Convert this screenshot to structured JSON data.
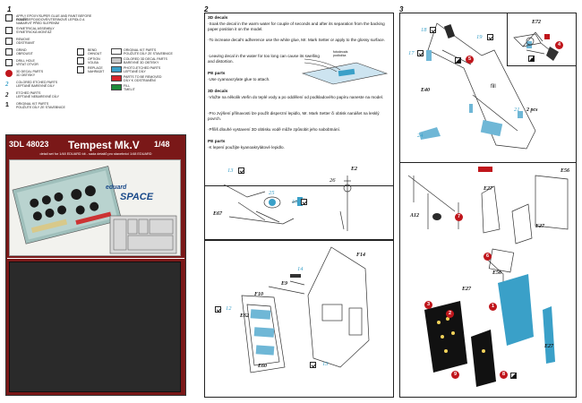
{
  "steps": [
    "1",
    "2",
    "3"
  ],
  "legend": {
    "left": [
      "APPLY EPOXY/SUPER GLUE AND PAINT BEFORE GLUING",
      "POUŽÍT EPOXIDOVÉ/VTERINOVÉ LEPIDLO A NABARVIT PŘED SLEPENÍM",
      "SYMETRICAL ASSEMBLY",
      "SYMETRICKÁ MONTÁŽ",
      "REMOVE",
      "ODSTRANIT",
      "GRIND",
      "OBROUSIT",
      "DRILL HOLE",
      "VRTAT OTVOR",
      "3D DECAL PARTS",
      "3D OBTISKY",
      "COLORED ETCHED PARTS",
      "LEPTANÉ BAREVNÉ DÍLY",
      "ETCHED PARTS",
      "LEPTANÉ NEBAREVNÉ DÍLY",
      "ORIGINAL KIT PARTS",
      "POUŽIJTE DÍLY ZE STAVEBNICE"
    ],
    "right": [
      "BEND",
      "OHNOUT",
      "OPTION",
      "VOLBA",
      "REPLACE",
      "NAHRADIT",
      "ORIGINAL KIT PARTS",
      "POUŽIJTE DÍLY ZE STAVEBNICE",
      "COLORED 3D DECAL PARTS",
      "BAREVNÉ 3D OBTISKY",
      "PHOTO-ETCHED PARTS",
      "LEPTANÉ DÍLY",
      "PARTS TO BE REMOVED",
      "DÍLY K ODSTRANĚNÍ",
      "FILL",
      "TMELIT"
    ],
    "colors": {
      "kit": "#ffffff",
      "decal3d": "#c9c9c9",
      "etched": "#3aa0c8",
      "remove": "#d4242a",
      "fill": "#1f8a3a"
    }
  },
  "product": {
    "code": "3DL 48023",
    "name": "Tempest Mk.V",
    "scale": "1/48",
    "description": "detail set for 1/48 EDUARD kit - sada detailů pro stavebnici 1/48 EDUARD",
    "brand": "eduard",
    "line": "SPACE"
  },
  "instructions": {
    "decals_title": "3D decals",
    "decals_en": [
      "·Soak the decal in the warm water for couple of seconds and after its separation from the backing paper position it on the model.",
      "·To increase decal's adherence use the white glue, Mr. Mark Setter or apply to the glossy surface.",
      "·Leaving decal in the water for too long can cause its swelling and distortion."
    ],
    "pe_title": "PE parts",
    "pe_en": "·Use cyanoacrylate glue to attach.",
    "decals_cz_title": "3D decals",
    "decals_cz": [
      "·Vložte na několik vteřin do teplé vody a po oddělení od podkladového papíru naneste na model.",
      "·Pro zvýšení přilnavosti lze použít disperzní lepidlo, Mr. Mark Setter či obtisk nanášet na lesklý povrch.",
      "·Příliš dlouhé vystavení 3D obtisku vodě může způsobit jeho nabobtnání."
    ],
    "pe_cz_title": "PE parts",
    "pe_cz": "·K lepení použijte kyanoakrylátové lepidlo.",
    "paper_label": "fotodecals",
    "paper_label2": "podložka"
  },
  "labels": {
    "e2": "E2",
    "e67": "E67",
    "f14": "F14",
    "e9": "E9",
    "f10": "F10",
    "e62": "E62",
    "e60": "E60",
    "e72": "E72",
    "e40": "E40",
    "e56a": "E56",
    "e27a": "E27",
    "e27b": "E27",
    "a12": "A12",
    "e56b": "E56",
    "e27c": "E27",
    "e27d": "E27",
    "fill": "fill",
    "pcs": "2 pcs"
  },
  "numbers": {
    "n13a": "13",
    "n25": "25",
    "n26": "26",
    "n16": "16",
    "n14": "14",
    "n12": "12",
    "n13b": "13",
    "n18": "18",
    "n19": "19",
    "n17": "17",
    "n21": "21",
    "n24": "24"
  },
  "badges": {
    "b5": "5",
    "b4": "4",
    "b7": "7",
    "b6": "6",
    "b3": "3",
    "b2": "2",
    "b1": "1",
    "b9": "9",
    "b8": "8"
  }
}
